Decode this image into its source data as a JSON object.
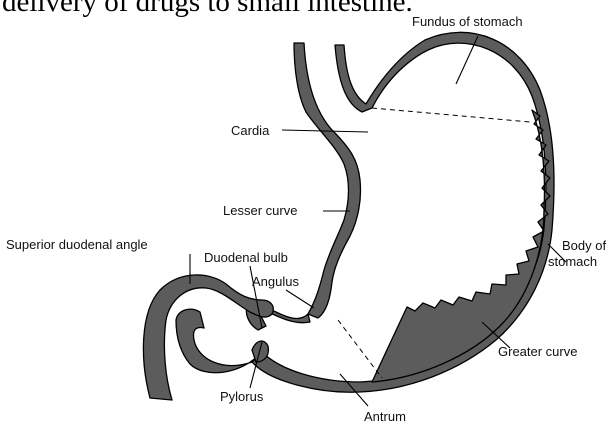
{
  "caption": "delivery of drugs to small intestine.",
  "labels": {
    "fundus": "Fundus of stomach",
    "cardia": "Cardia",
    "lesser_curve": "Lesser curve",
    "superior_duodenal_angle": "Superior duodenal angle",
    "duodenal_bulb": "Duodenal bulb",
    "angulus": "Angulus",
    "body_line1": "Body of",
    "body_line2": "stomach",
    "greater_curve": "Greater curve",
    "pylorus": "Pylorus",
    "antrum": "Antrum"
  }
}
